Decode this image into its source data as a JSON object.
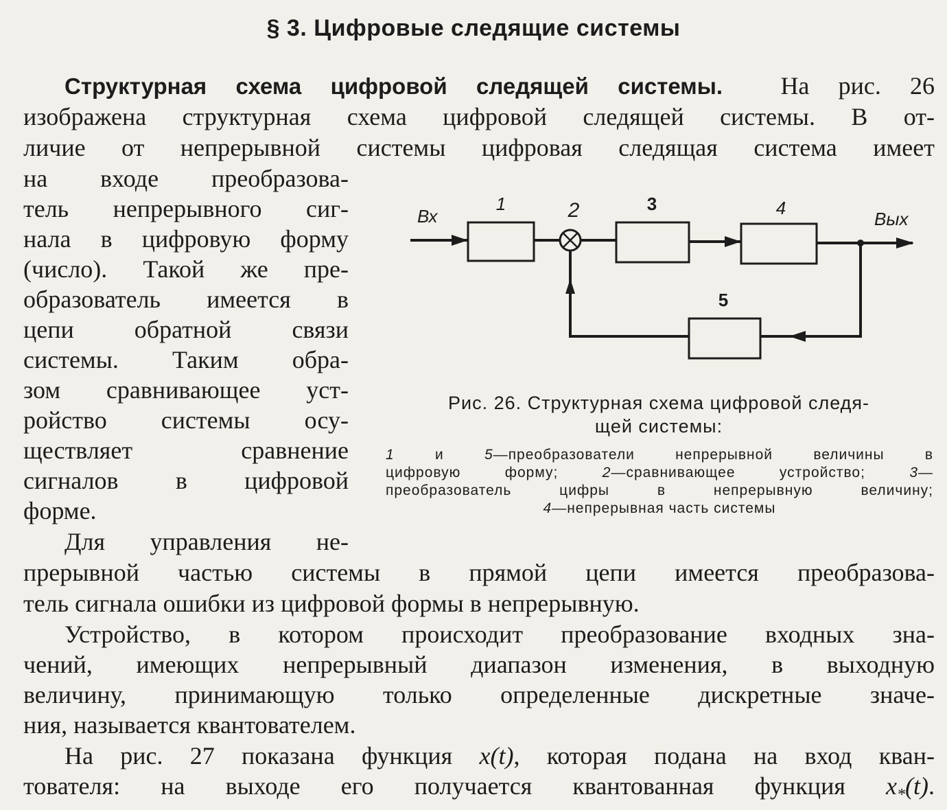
{
  "section_heading": "§ 3. Цифровые следящие системы",
  "paragraph1": {
    "run_in_title": "Структурная схема цифровой следящей системы.",
    "l1_tail": "На рис. 26",
    "l2": "изображена структурная схема цифровой следящей системы. В от-",
    "l3": "личие от непрерывной системы цифровая следящая система имеет",
    "wrap_lines": [
      "на входе преобразова-",
      "тель непрерывного сиг-",
      "нала в цифровую форму",
      "(число). Такой же пре-",
      "образователь имеется в",
      "цепи обратной связи",
      "системы. Таким обра-",
      "зом сравнивающее уст-",
      "ройство системы осу-",
      "ществляет сравнение",
      "сигналов в цифровой",
      "форме."
    ]
  },
  "paragraph2": {
    "wrap_line": "Для управления не-",
    "l1": "прерывной частью системы в прямой цепи имеется преобразова-",
    "l2": "тель сигнала ошибки из цифровой формы в непрерывную."
  },
  "paragraph3": {
    "l1": "Устройство, в котором происходит преобразование входных зна-",
    "l2": "чений, имеющих непрерывный диапазон изменения, в выходную",
    "l3": "величину, принимающую только определенные дискретные значе-",
    "l4": "ния, называется квантователем."
  },
  "paragraph4": {
    "l1_a": "На рис. 27 показана функция ",
    "l1_f": "x",
    "l1_arg": "(t)",
    "l1_b": ", которая подана на вход кван-",
    "l2_a": "тователя: на выходе его получается квантованная функция ",
    "l2_f": "x",
    "l2_sub": "*",
    "l2_arg": "(t)",
    "l2_end": "."
  },
  "figure": {
    "input_label": "Вх",
    "output_label": "Вых",
    "block_numbers": [
      "1",
      "2",
      "3",
      "4",
      "5"
    ],
    "caption_l1": "Рис. 26. Структурная схема цифровой следя-",
    "caption_l2": "щей системы:",
    "legend_l1_n1": "1",
    "legend_l1_mid": " и ",
    "legend_l1_n2": "5",
    "legend_l1_text": "—преобразователи непрерывной величины в",
    "legend_l2_a": "цифровую форму; ",
    "legend_l2_n": "2",
    "legend_l2_b": "—сравнивающее устройство; ",
    "legend_l2_n2": "3",
    "legend_l2_c": "—",
    "legend_l3": "преобразователь цифры в непрерывную величину;",
    "legend_l4_n": "4",
    "legend_l4_text": "—непрерывная часть системы"
  }
}
